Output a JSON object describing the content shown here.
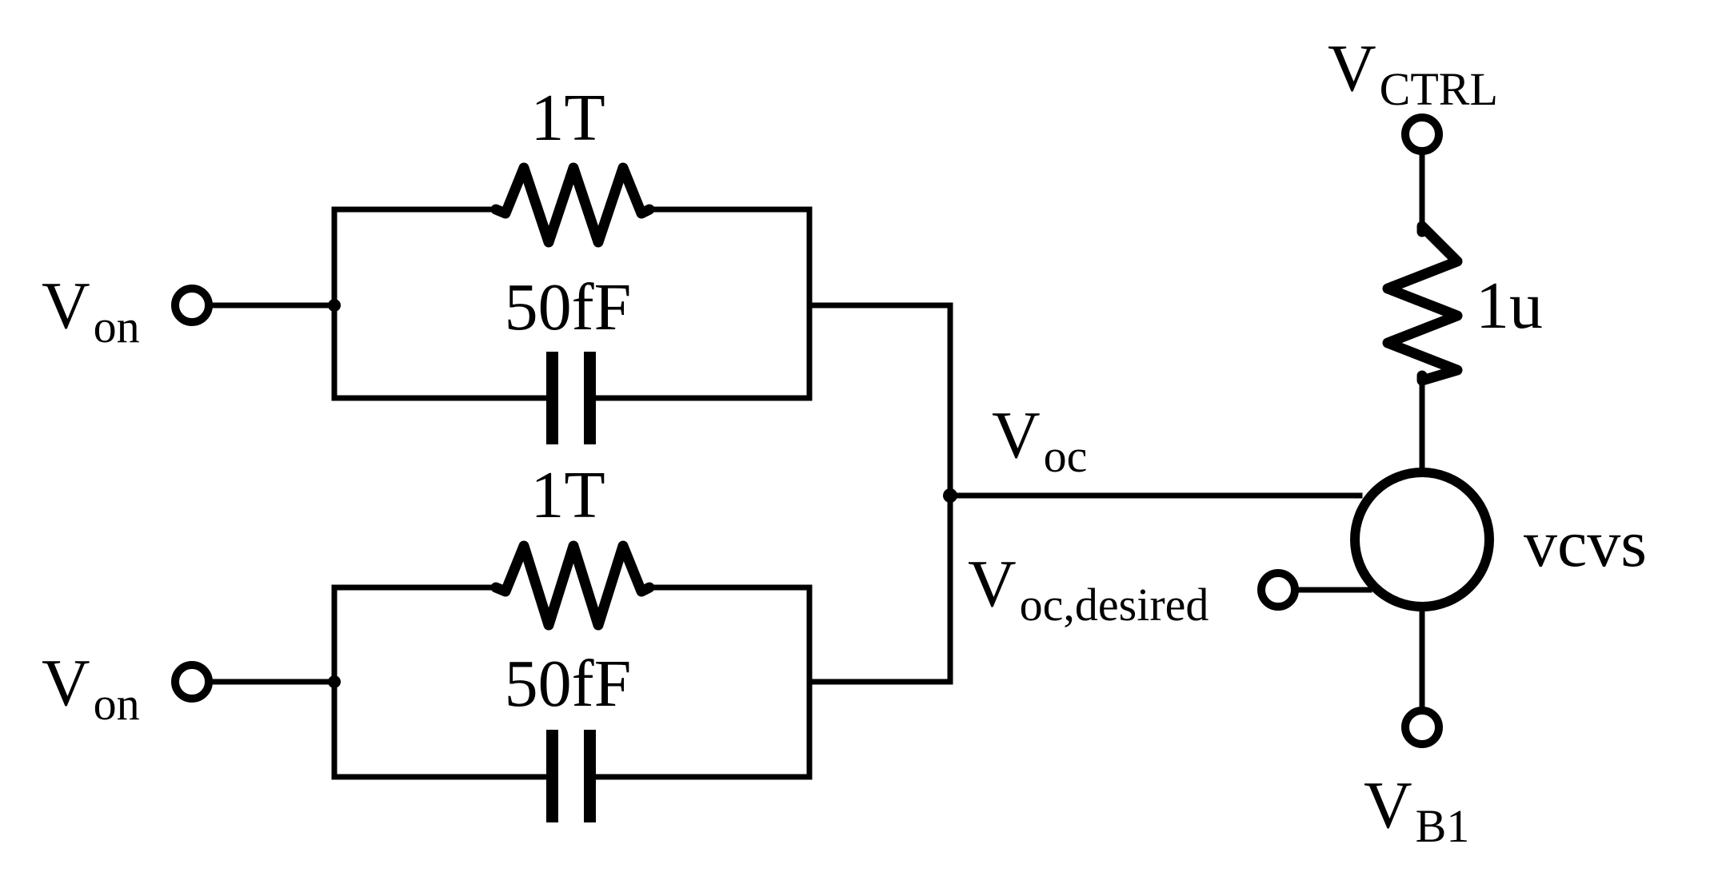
{
  "labels": {
    "top_resistor": "1T",
    "top_capacitor": "50fF",
    "bottom_resistor": "1T",
    "bottom_capacitor": "50fF",
    "ctrl_resistor": "1u",
    "source_name": "vcvs"
  },
  "nodes": {
    "von_top": {
      "main": "V",
      "sub": "on"
    },
    "von_bottom": {
      "main": "V",
      "sub": "on"
    },
    "voc": {
      "main": "V",
      "sub": "oc"
    },
    "voc_desired": {
      "main": "V",
      "sub": "oc,desired"
    },
    "vctrl": {
      "main": "V",
      "sub": "CTRL"
    },
    "vb1": {
      "main": "V",
      "sub": "B1"
    }
  },
  "colors": {
    "ink": "#000000",
    "background": "#ffffff"
  }
}
